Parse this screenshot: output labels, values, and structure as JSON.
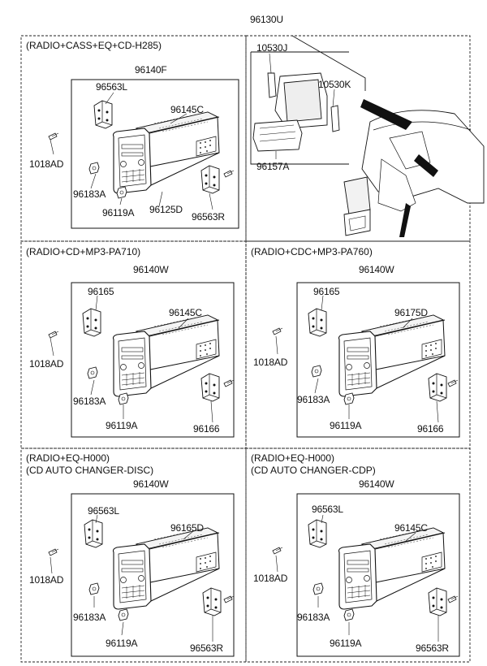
{
  "top_part": "96130U",
  "panels": [
    {
      "header": [
        "(RADIO+CASS+EQ+CD-H285)"
      ],
      "assembly": "96140F",
      "parts": {
        "bracket_left": "96563L",
        "cover": "96145C",
        "screw": "1018AD",
        "knob_a": "96183A",
        "knob_b": "96119A",
        "body_part": "96125D",
        "bracket_right": "96563R"
      }
    },
    {
      "header": [
        "(RADIO+CD+MP3-PA710)"
      ],
      "assembly": "96140W",
      "parts": {
        "bracket_left": "96165",
        "cover": "96145C",
        "screw": "1018AD",
        "knob_a": "96183A",
        "knob_b": "96119A",
        "bracket_right": "96166"
      }
    },
    {
      "header": [
        "(RADIO+CDC+MP3-PA760)"
      ],
      "assembly": "96140W",
      "parts": {
        "bracket_left": "96165",
        "cover": "96175D",
        "screw": "1018AD",
        "knob_a": "96183A",
        "knob_b": "96119A",
        "bracket_right": "96166"
      }
    },
    {
      "header": [
        "(RADIO+EQ-H000)",
        "(CD AUTO CHANGER-DISC)"
      ],
      "assembly": "96140W",
      "parts": {
        "bracket_left": "96563L",
        "cover": "96165D",
        "screw": "1018AD",
        "knob_a": "96183A",
        "knob_b": "96119A",
        "bracket_right": "96563R"
      }
    },
    {
      "header": [
        "(RADIO+EQ-H000)",
        "(CD AUTO CHANGER-CDP)"
      ],
      "assembly": "96140W",
      "parts": {
        "bracket_left": "96563L",
        "cover": "96145C",
        "screw": "1018AD",
        "knob_a": "96183A",
        "knob_b": "96119A",
        "bracket_right": "96563R"
      }
    }
  ],
  "dash_kit": {
    "left_clip": "10530J",
    "right_clip": "10530K",
    "switch_panel": "96157A"
  }
}
